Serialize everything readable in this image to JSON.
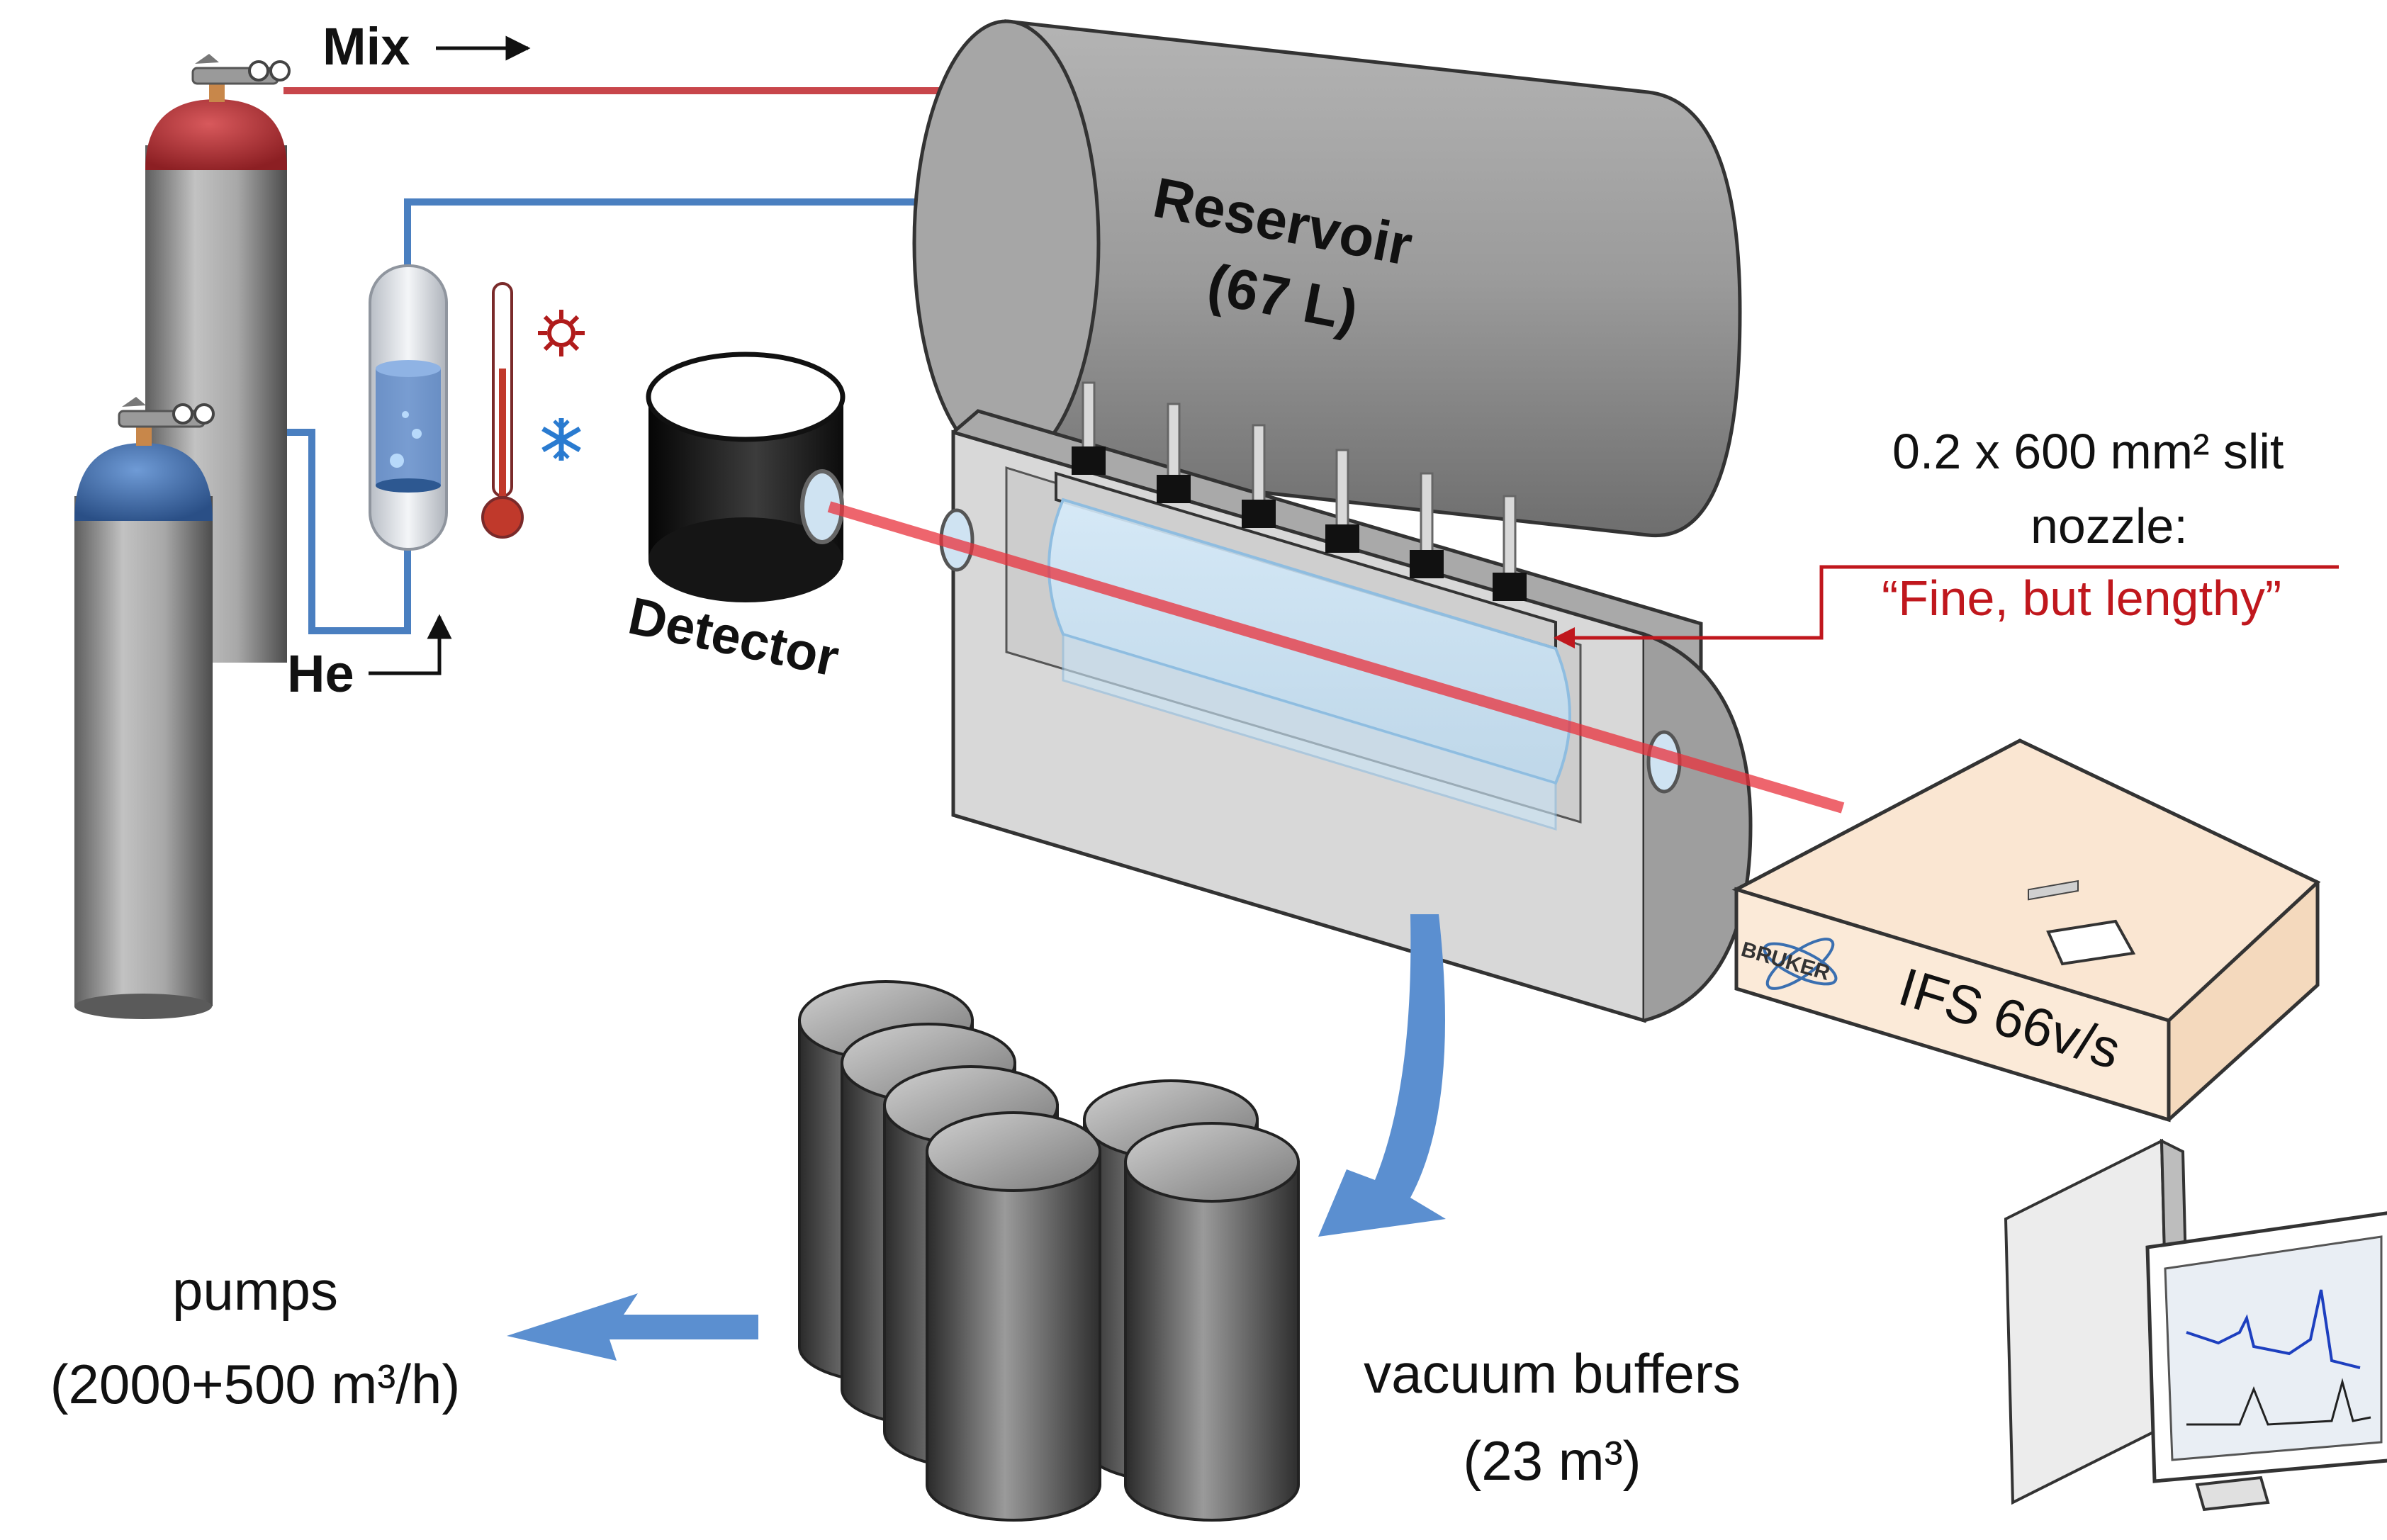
{
  "labels": {
    "mix": "Mix",
    "he": "He",
    "reservoir_line1": "Reservoir",
    "reservoir_line2": "(67 L)",
    "detector": "Detector",
    "nozzle_line1": "0.2 x 600 mm² slit",
    "nozzle_line2": "nozzle:",
    "nozzle_quote": "“Fine, but lengthy”",
    "spectrometer_brand": "BRUKER",
    "spectrometer_model": "IFS 66v/s",
    "pumps_line1": "pumps",
    "pumps_line2": "(2000+500 m³/h)",
    "buffers_line1": "vacuum buffers",
    "buffers_line2": "(23 m³)"
  },
  "colors": {
    "mix_line": "#c8464b",
    "he_line": "#4a7fc0",
    "laser": "#e8323c",
    "flow_arrow": "#5b8fd0",
    "metal": "#9a9a9a",
    "spectrometer_box": "#fae6d2",
    "annotation": "#c0171d"
  },
  "icons": {
    "heat": "sun-icon",
    "cold": "snowflake-icon",
    "thermometer": "thermometer-icon"
  }
}
